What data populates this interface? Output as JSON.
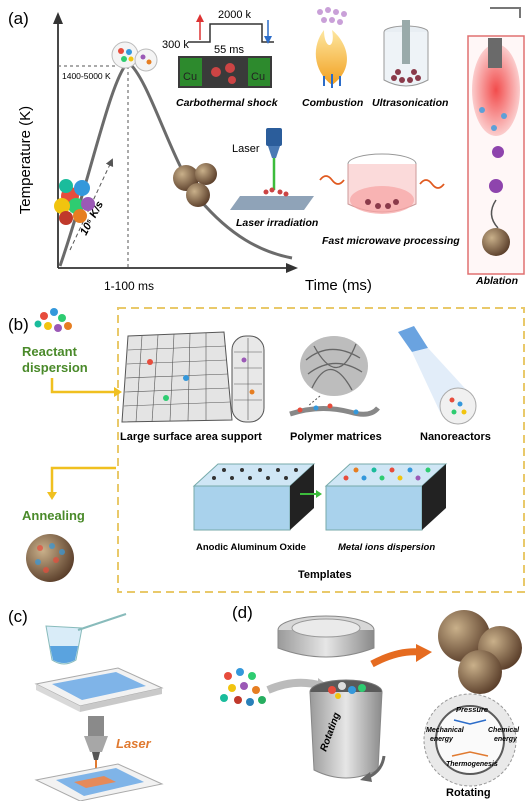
{
  "panel_a": {
    "tag": "(a)",
    "y_axis": "Temperature (K)",
    "x_axis": "Time (ms)",
    "temp_range": "1400-5000 K",
    "time_range": "1-100 ms",
    "rate": "10⁵ K/s",
    "cts_high": "2000 k",
    "cts_low": "300 k",
    "cts_time": "55 ms",
    "cu_left": "Cu",
    "cu_right": "Cu",
    "carbothermal": "Carbothermal shock",
    "combustion": "Combustion",
    "ultrasonication": "Ultrasonication",
    "laser": "Laser",
    "laser_irradiation": "Laser irradiation",
    "microwave": "Fast microwave processing",
    "ablation": "Ablation"
  },
  "panel_b": {
    "tag": "(b)",
    "reactant": "Reactant dispersion",
    "reactant_line1": "Reactant",
    "reactant_line2": "dispersion",
    "annealing": "Annealing",
    "support": "Large surface area support",
    "polymer": "Polymer matrices",
    "nanoreactors": "Nanoreactors",
    "aao": "Anodic Aluminum Oxide",
    "metal_ions": "Metal ions dispersion",
    "templates": "Templates"
  },
  "panel_c": {
    "tag": "(c)",
    "laser": "Laser"
  },
  "panel_d": {
    "tag": "(d)",
    "rotating_drum": "Rotating",
    "pressure": "Pressure",
    "mechanical_line1": "Mechanical",
    "mechanical_line2": "energy",
    "chemical_line1": "Chemical",
    "chemical_line2": "energy",
    "thermogenesis": "Thermogenesis",
    "rotating": "Rotating"
  },
  "colors": {
    "curve": "#6b6b6b",
    "label_green": "#4a8a2a",
    "laser_orange": "#e07a30",
    "dash_gold": "#e9c96a",
    "arrow_gold": "#f0c020",
    "ablation_border": "#e07070"
  }
}
